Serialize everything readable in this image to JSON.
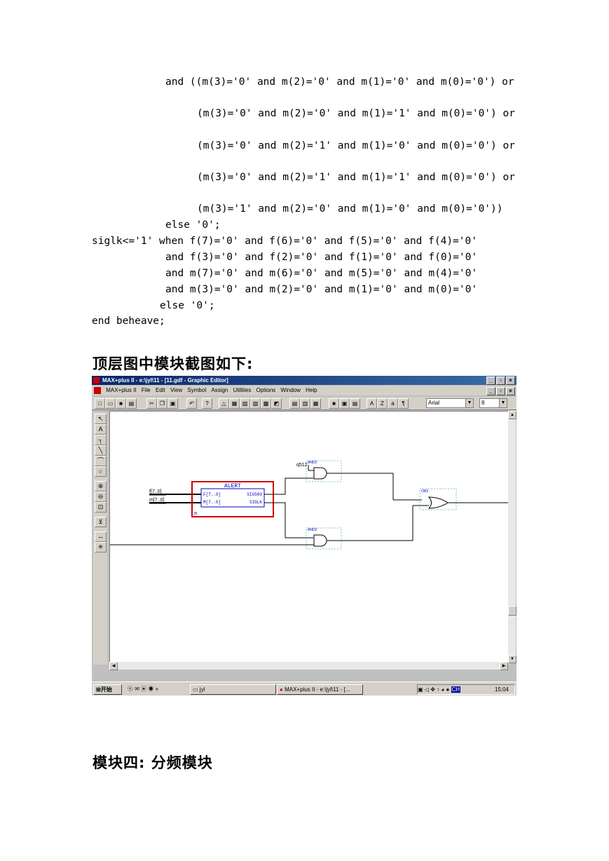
{
  "code": {
    "lines": [
      "and ((m(3)='0' and m(2)='0' and m(1)='0' and m(0)='0') or",
      "(m(3)='0' and m(2)='0' and m(1)='1' and m(0)='0') or",
      "(m(3)='0' and m(2)='1' and m(1)='0' and m(0)='0') or",
      "(m(3)='0' and m(2)='1' and m(1)='1' and m(0)='0') or",
      "(m(3)='1' and m(2)='0' and m(1)='0' and m(0)='0'))",
      "else '0';",
      "siglk<='1' when f(7)='0' and f(6)='0' and f(5)='0' and f(4)='0'",
      "and f(3)='0' and f(2)='0' and f(1)='0' and f(0)='0'",
      "and m(7)='0' and m(6)='0' and m(5)='0' and m(4)='0'",
      "and m(3)='0' and m(2)='0' and m(1)='0' and m(0)='0'",
      "else '0';",
      "end beheave;"
    ]
  },
  "heading1": "顶层图中模块截图如下:",
  "heading2": "模块四: 分频模块",
  "screenshot": {
    "title": "MAX+plus II - e:\\jyl\\11 - [11.gdf - Graphic Editor]",
    "menu": [
      "MAX+plus II",
      "File",
      "Edit",
      "View",
      "Symbol",
      "Assign",
      "Utilities",
      "Options",
      "Window",
      "Help"
    ],
    "font_name": "Arial",
    "font_size": "8",
    "schematic": {
      "block_name": "ALERT",
      "port_f": "F[7..0]",
      "port_m": "M[7..0]",
      "out_sig": "SIG500",
      "out_lk": "SIGLK",
      "block_num": "35",
      "input_f": "f[7..0]",
      "input_m": "m[7..0]",
      "q_label": "q512",
      "gate1": "AND2",
      "gate2": "AND2",
      "gate3": "OR2"
    },
    "taskbar": {
      "start": "开始",
      "task1": "jyl",
      "task2": "MAX+plus II - e:\\jyl\\11 - [...",
      "clock": "15:04",
      "ime": "CH"
    },
    "colors": {
      "title_start": "#0a246a",
      "title_end": "#3a6ea5",
      "block_border": "#d40000",
      "block_text": "#0000c0"
    }
  }
}
